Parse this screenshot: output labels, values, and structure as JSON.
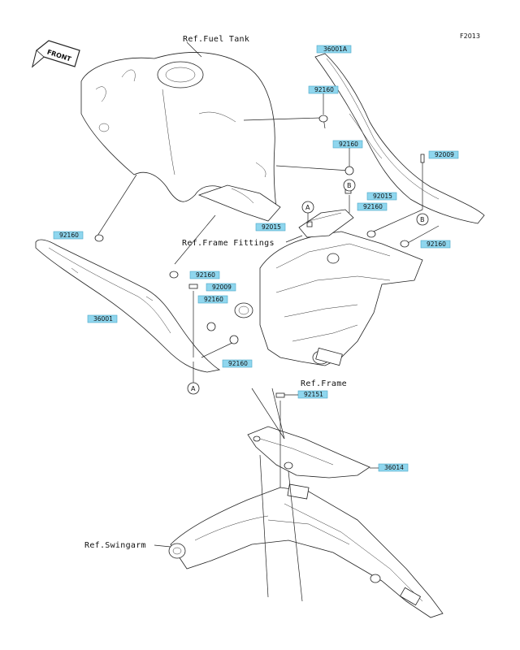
{
  "figure_id": "F2013",
  "front_label": "FRONT",
  "refs": {
    "fuel_tank": "Ref.Fuel Tank",
    "frame_fittings": "Ref.Frame Fittings",
    "frame": "Ref.Frame",
    "swingarm": "Ref.Swingarm"
  },
  "callout_letters": {
    "a": "A",
    "b": "B"
  },
  "part_numbers": {
    "p36001A": "36001A",
    "p92160_top": "92160",
    "p92160_right_upper": "92160",
    "p92009_right": "92009",
    "p92015": "92015",
    "p92160_right_mid": "92160",
    "p92015_b": "92015",
    "p92160_right_low": "92160",
    "p92160_left": "92160",
    "p92160_center": "92160",
    "p92009_center": "92009",
    "p92160_center2": "92160",
    "p36001": "36001",
    "p92160_bottom": "92160",
    "p92151": "92151",
    "p36014": "36014"
  }
}
